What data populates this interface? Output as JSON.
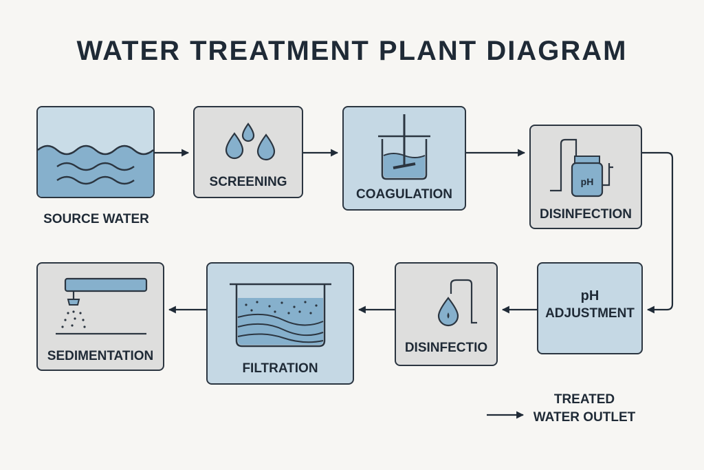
{
  "title": "WATER TREATMENT PLANT DIAGRAM",
  "nodes": {
    "source_water": "SOURCE WATER",
    "screening": "SCREENING",
    "coagulation": "COAGULATION",
    "disinfection_top": "DISINFECTION",
    "ph_line1": "pH",
    "ph_line2": "ADJUSTMENT",
    "disinfection_bottom": "DISINFECTIO",
    "filtration": "FILTRATION",
    "sedimentation": "SEDIMENTATION"
  },
  "ph_tank_text": "pH",
  "legend": {
    "line1": "TREATED",
    "line2": "WATER OUTLET"
  }
}
